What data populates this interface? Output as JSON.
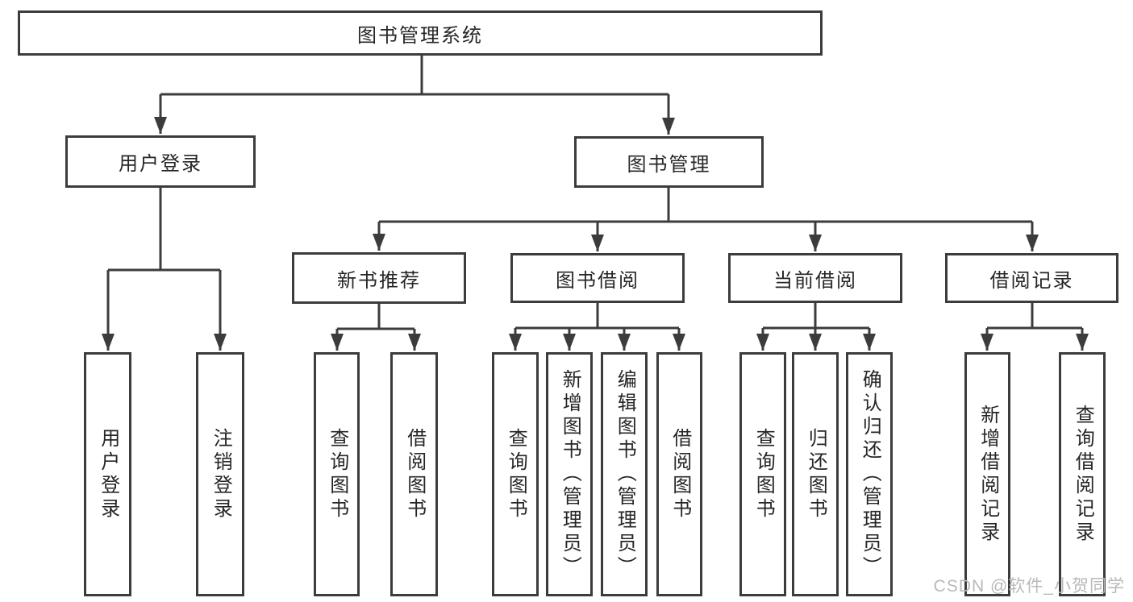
{
  "colors": {
    "line": "#3c3c3c",
    "text": "#262626",
    "box_fill": "#ffffff",
    "background": "#ffffff",
    "watermark": "#b9b9b9"
  },
  "watermark": "CSDN @软件_小贺同学",
  "tree": {
    "root": {
      "label": "图书管理系统"
    },
    "branches": [
      {
        "label": "用户登录",
        "children": [
          {
            "label": "用户登录"
          },
          {
            "label": "注销登录"
          }
        ]
      },
      {
        "label": "图书管理",
        "groups": [
          {
            "label": "新书推荐",
            "children": [
              {
                "label": "查询图书"
              },
              {
                "label": "借阅图书"
              }
            ]
          },
          {
            "label": "图书借阅",
            "children": [
              {
                "label": "查询图书"
              },
              {
                "label": "新增图书（管理员）"
              },
              {
                "label": "编辑图书（管理员）"
              },
              {
                "label": "借阅图书"
              }
            ]
          },
          {
            "label": "当前借阅",
            "children": [
              {
                "label": "查询图书"
              },
              {
                "label": "归还图书"
              },
              {
                "label": "确认归还（管理员）"
              }
            ]
          },
          {
            "label": "借阅记录",
            "children": [
              {
                "label": "新增借阅记录"
              },
              {
                "label": "查询借阅记录"
              }
            ]
          }
        ]
      }
    ]
  }
}
